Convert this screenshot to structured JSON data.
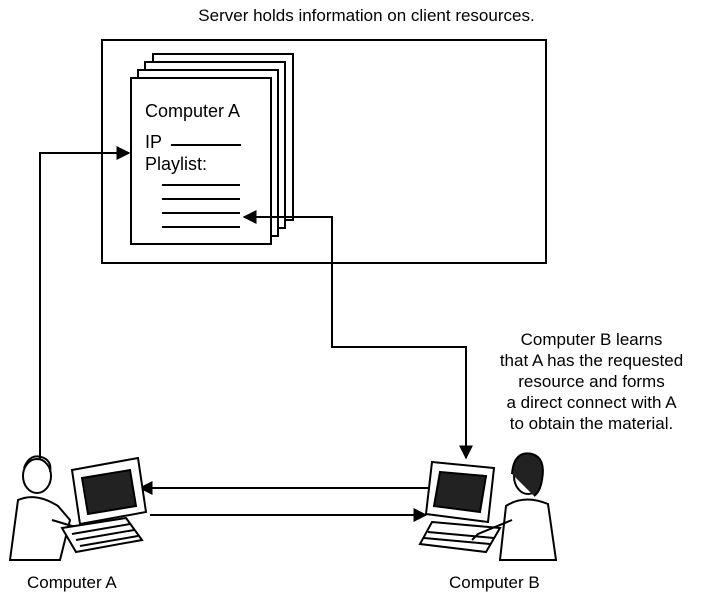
{
  "diagram": {
    "caption": "Server holds information on client resources.",
    "server_record": {
      "title": "Computer A",
      "ip_label": "IP",
      "playlist_label": "Playlist:"
    },
    "explanation_lines": [
      "Computer B learns",
      "that A has the requested",
      "resource and forms",
      "a direct connect with A",
      "to obtain the material."
    ],
    "node_a_label": "Computer A",
    "node_b_label": "Computer B"
  }
}
